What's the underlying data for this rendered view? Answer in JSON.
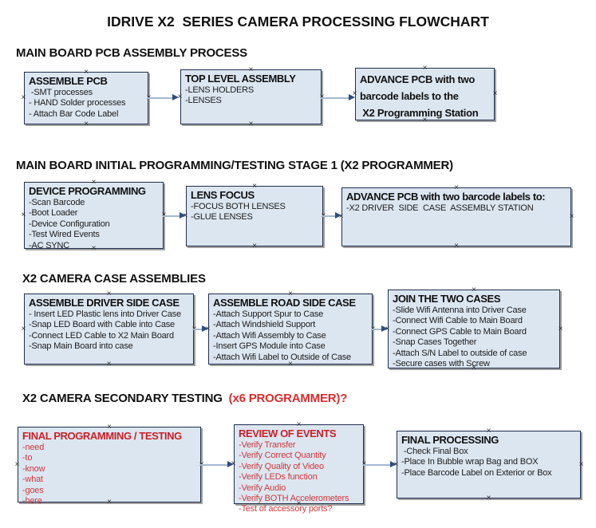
{
  "title": "IDRIVE X2  SERIES CAMERA PROCESSING FLOWCHART",
  "icons": {
    "connection_handle": "×",
    "arrow_head": "right-pointing-triangle"
  },
  "colors": {
    "background": "#ffffff",
    "box_fill": "#dce6f1",
    "box_border": "#1f2f4f",
    "box_shadow": "#a0a0a0",
    "arrow_line": "#a3b8d2",
    "arrow_head": "#2e4d7b",
    "text": "#1a1a1a",
    "red_header": "#dd2b2b",
    "red_box_title": "#cb2026",
    "red_box_item": "#cf3a3a"
  },
  "sections": [
    {
      "header": "MAIN BOARD PCB ASSEMBLY PROCESS",
      "boxes": [
        {
          "title": "ASSEMBLE PCB",
          "items": [
            " -SMT processes",
            "- HAND Solder processes",
            "- Attach Bar Code Label"
          ]
        },
        {
          "title": "TOP LEVEL ASSEMBLY",
          "items": [
            "-LENS HOLDERS",
            "-LENSES"
          ]
        },
        {
          "title_lines": [
            "ADVANCE PCB with two",
            "barcode labels to the",
            " X2 Programming Station"
          ]
        }
      ]
    },
    {
      "header": "MAIN BOARD INITIAL PROGRAMMING/TESTING STAGE 1 (X2 PROGRAMMER)",
      "boxes": [
        {
          "title": "DEVICE PROGRAMMING",
          "items": [
            "-Scan Barcode",
            "-Boot Loader",
            "-Device Configuration",
            "-Test Wired Events",
            "-AC SYNC"
          ]
        },
        {
          "title": "LENS FOCUS",
          "items": [
            "-FOCUS BOTH LENSES",
            "-GLUE LENSES"
          ]
        },
        {
          "title": "ADVANCE PCB with two barcode labels to:",
          "items": [
            "-X2 DRIVER  SIDE  CASE  ASSEMBLY STATION"
          ]
        }
      ]
    },
    {
      "header": "X2 CAMERA CASE ASSEMBLIES",
      "boxes": [
        {
          "title": "ASSEMBLE DRIVER SIDE CASE",
          "items": [
            "- Insert LED Plastic lens into Driver Case",
            "-Snap LED Board with Cable into Case",
            "-Connect LED Cable to X2 Main Board",
            "-Snap Main Board into case"
          ]
        },
        {
          "title": "ASSEMBLE ROAD SIDE CASE",
          "items": [
            "-Attach Support Spur to Case",
            "-Attach Windshield Support",
            "-Attach Wifi Assembly to Case",
            "-Insert GPS Module into Case",
            "-Attach Wifi Label to Outside of Case"
          ]
        },
        {
          "title": "JOIN THE TWO CASES",
          "items": [
            "-Slide Wifi Antenna into Driver Case",
            "-Connect Wifi Cable to Main Board",
            "-Connect GPS Cable to Main Board",
            "-Snap Cases Together",
            "-Attach S/N Label to outside of case",
            "-Secure cases with Screw"
          ]
        }
      ]
    },
    {
      "header": "X2 CAMERA SECONDARY TESTING",
      "header_red": "  (x6 PROGRAMMER)?",
      "boxes": [
        {
          "title": "FINAL PROGRAMMING / TESTING",
          "items": [
            "-need",
            "-to",
            "-know",
            "-what",
            "-goes",
            "-here"
          ]
        },
        {
          "title": "REVIEW OF EVENTS",
          "items": [
            "-Verify Transfer",
            "-Verify Correct Quantity",
            "-Verify Quality of Video",
            "-Verify LEDs function",
            "-Verify Audio",
            "-Verify BOTH Accelerometers",
            "-Test of accessory ports?"
          ]
        },
        {
          "title": "FINAL PROCESSING",
          "items": [
            " -Check Final Box",
            "-Place In Bubble wrap Bag and BOX",
            "-Place Barcode Label on Exterior or Box"
          ]
        }
      ]
    }
  ]
}
